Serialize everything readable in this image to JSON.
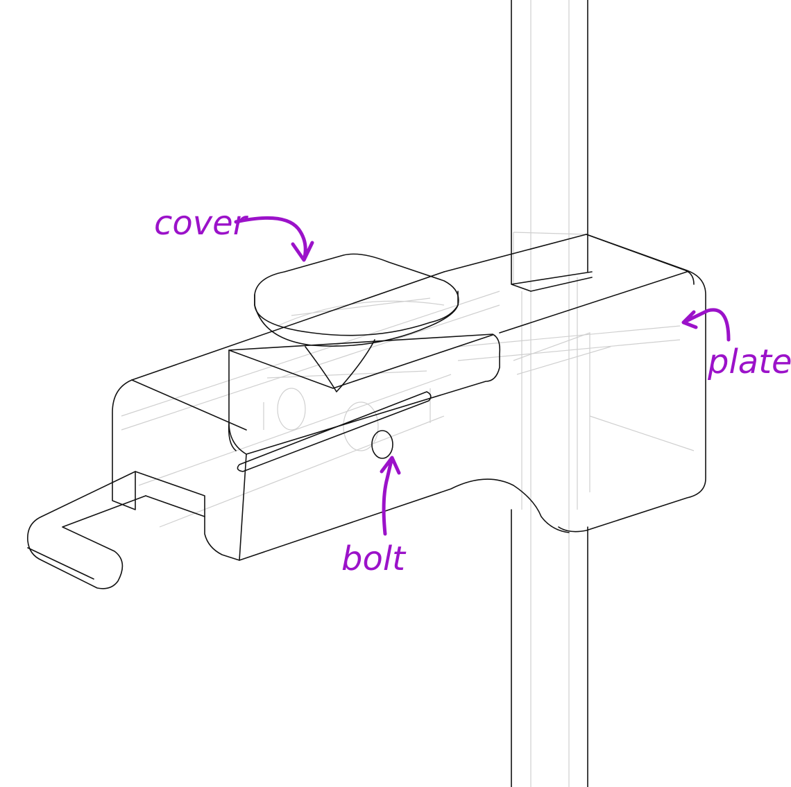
{
  "labels": {
    "cover": "cover",
    "plate": "plate",
    "bolt": "bolt"
  },
  "colors": {
    "annotation": "#9b12c9",
    "line": "#111111",
    "hidden_line": "#cfcfcf"
  }
}
